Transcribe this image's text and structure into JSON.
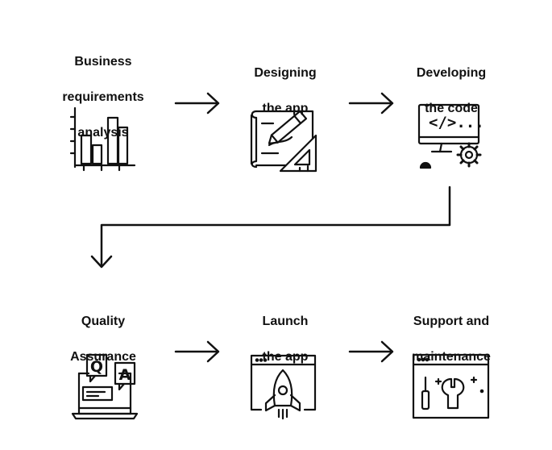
{
  "steps": [
    {
      "id": "business",
      "lines": [
        "Business",
        "requirements",
        "analysis"
      ],
      "icon": "bar-chart-icon"
    },
    {
      "id": "design",
      "lines": [
        "Designing",
        "the app"
      ],
      "icon": "blueprint-pencil-icon"
    },
    {
      "id": "develop",
      "lines": [
        "Developing",
        "the code"
      ],
      "icon": "code-monitor-gear-icon"
    },
    {
      "id": "qa",
      "lines": [
        "Quality",
        "Assurance"
      ],
      "icon": "laptop-qa-icon"
    },
    {
      "id": "launch",
      "lines": [
        "Launch",
        "the app"
      ],
      "icon": "browser-rocket-icon"
    },
    {
      "id": "support",
      "lines": [
        "Support and",
        "maintenance"
      ],
      "icon": "browser-tools-icon"
    }
  ],
  "qa_letters": {
    "q": "Q",
    "a": "A"
  },
  "code_text": "</>...",
  "colors": {
    "ink": "#111111",
    "background": "#ffffff"
  }
}
